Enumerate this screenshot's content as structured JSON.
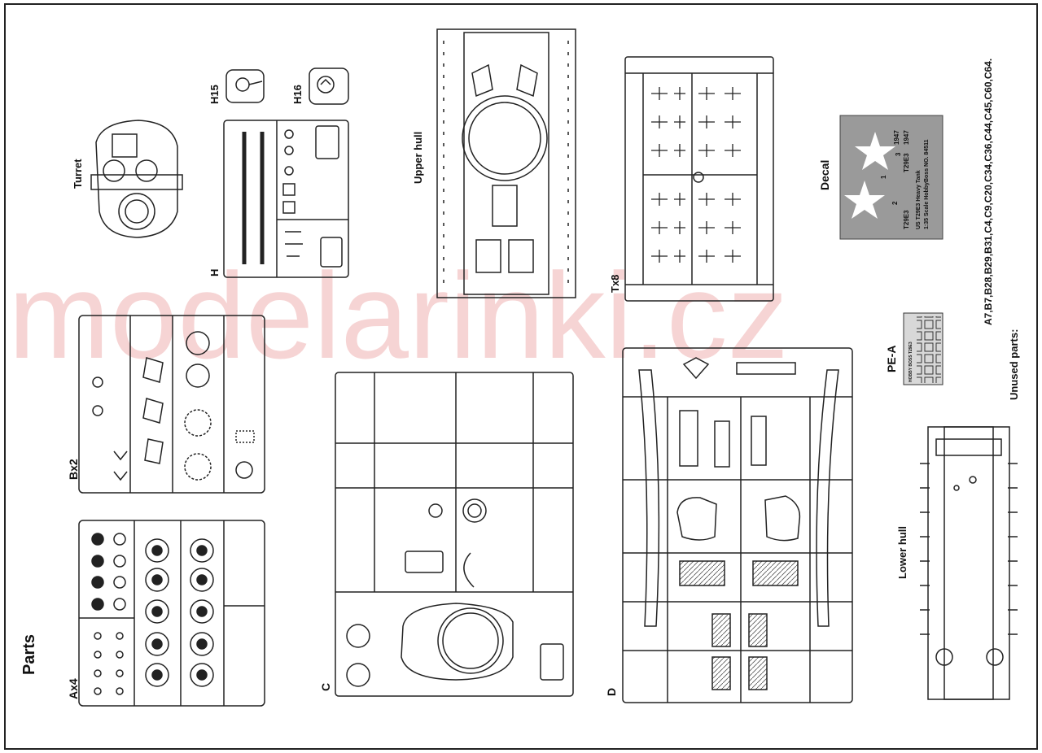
{
  "document": {
    "title": "Parts",
    "watermark": "modelarinki.cz",
    "labels": {
      "turret": "Turret",
      "sprue_h": "H",
      "h15": "H15",
      "h16": "H16",
      "upper_hull": "Upper hull",
      "tx8": "Tx8",
      "decal": "Decal",
      "pe_a": "PE-A",
      "bx2": "Bx2",
      "ax4": "Ax4",
      "sprue_c": "C",
      "sprue_d": "D",
      "lower_hull": "Lower hull",
      "unused_parts": "Unused parts:",
      "unused_list": "A7,B7,B28,B29,B31,C4,C9,C20,C34,C36,C44,C45,C60,C64."
    },
    "decal_sheet": {
      "line1": "US T29E3 Heavy Tank",
      "line2": "1:35 Scale HobbyBoss NO. 84511",
      "serial_1": "T29E3",
      "serial_2": "T29E3",
      "year_1": "1947",
      "year_2": "1947",
      "number_1": "1",
      "number_2": "2",
      "number_3": "3"
    },
    "pe_sheet": {
      "caption": "HOBBY BOSS T29E3"
    }
  }
}
